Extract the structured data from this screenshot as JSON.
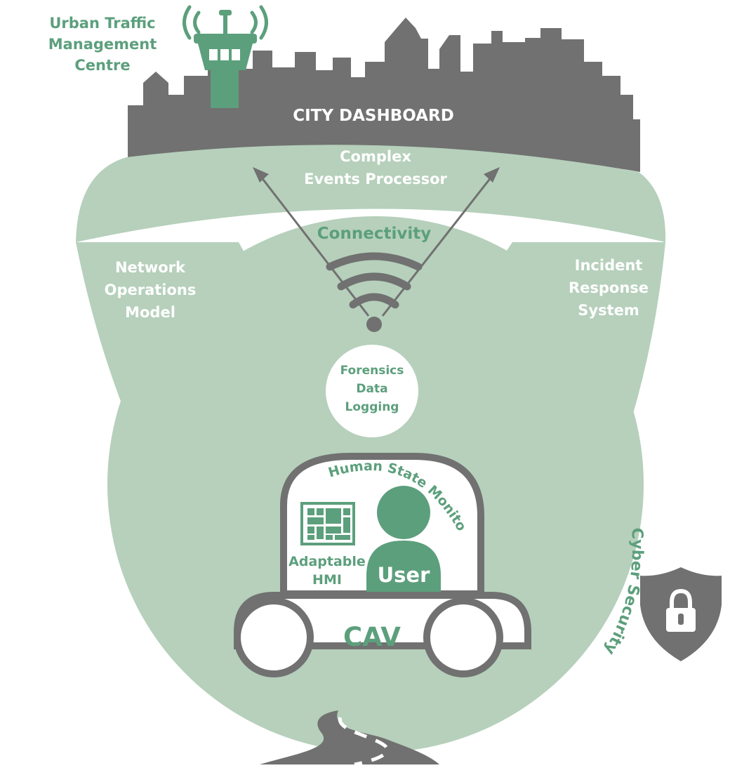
{
  "colors": {
    "background": "#ffffff",
    "mint": "#b6d0bb",
    "mint_light": "#c3dac7",
    "green": "#5c9f7c",
    "grey": "#717171",
    "grey_dark": "#5e5e5e",
    "white_text": "#ffffff"
  },
  "city": {
    "dashboard_label": "CITY DASHBOARD"
  },
  "utmc": {
    "label_line1": "Urban Traffic",
    "label_line2": "Management",
    "label_line3": "Centre",
    "icon": "control-tower-icon"
  },
  "ring": {
    "complex_events_line1": "Complex",
    "complex_events_line2": "Events Processor",
    "connectivity": "Connectivity"
  },
  "side_panels": {
    "network_line1": "Network",
    "network_line2": "Operations",
    "network_line3": "Model",
    "incident_line1": "Incident",
    "incident_line2": "Response",
    "incident_line3": "System"
  },
  "forensics": {
    "line1": "Forensics",
    "line2": "Data",
    "line3": "Logging"
  },
  "vehicle": {
    "human_state": "Human State Monitoring",
    "hmi_line1": "Adaptable",
    "hmi_line2": "HMI",
    "user": "User",
    "cav": "CAV"
  },
  "security": {
    "label": "Cyber Security",
    "icon": "padlock-shield-icon"
  }
}
